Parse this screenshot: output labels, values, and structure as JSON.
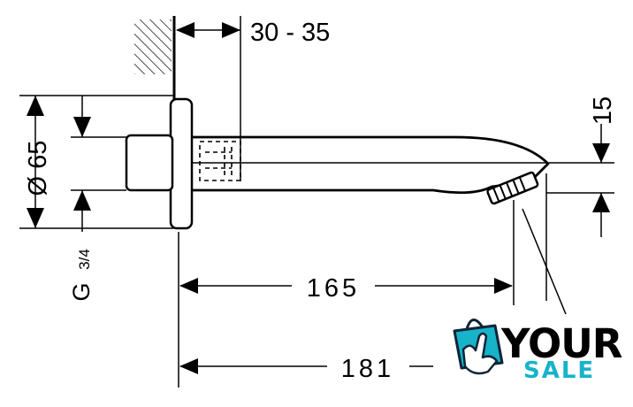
{
  "drawing": {
    "dimensions": {
      "wall_offset": "30 - 35",
      "spout_projection": "15",
      "flange_diameter": "Ø 65",
      "thread": "G",
      "thread_size": "3/4",
      "length_to_outlet": "165",
      "overall_length": "181"
    },
    "colors": {
      "line": "#000000",
      "logo_teal": "#17b3c8",
      "logo_dark": "#0e2437",
      "logo_text": "#000000"
    }
  },
  "watermark": {
    "word1": "YOUR",
    "word2": "SALE",
    "icon": "shopping-bag-hand-icon"
  }
}
